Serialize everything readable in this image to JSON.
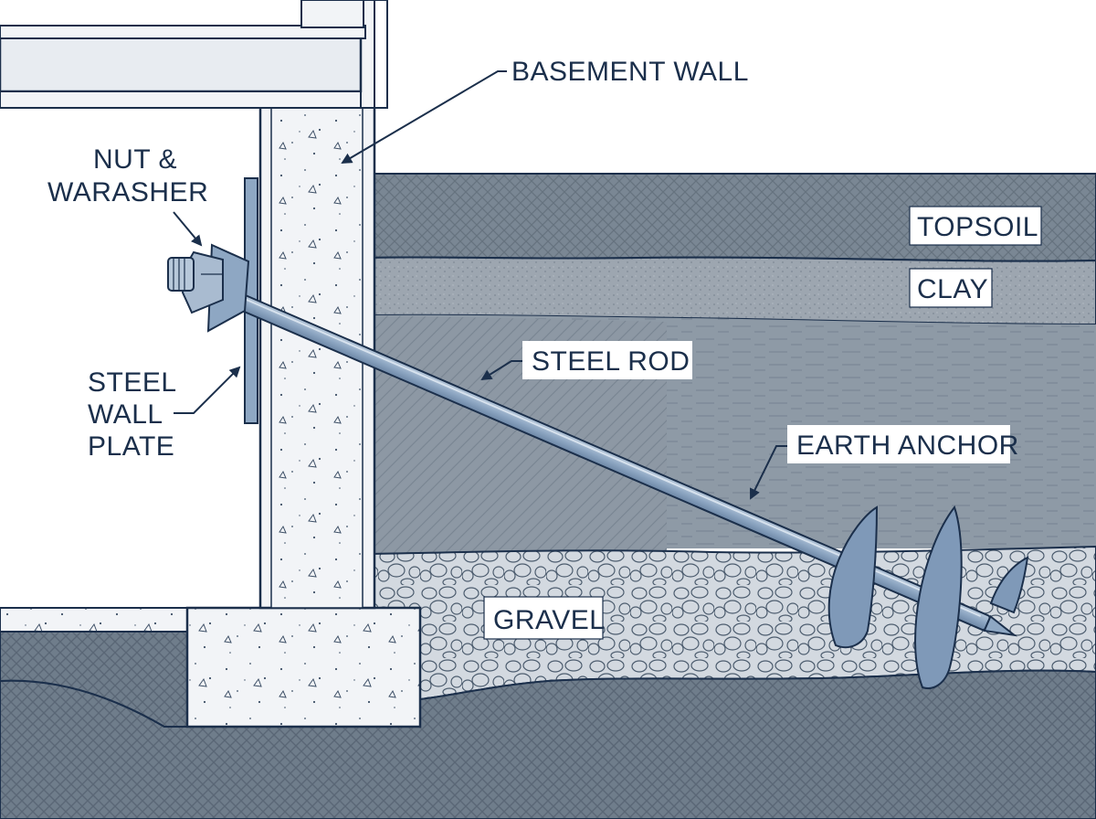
{
  "labels": {
    "basement_wall": "BASEMENT WALL",
    "nut_washer_line1": "NUT &",
    "nut_washer_line2": "WARASHER",
    "steel_wall_plate_line1": "STEEL",
    "steel_wall_plate_line2": "WALL",
    "steel_wall_plate_line3": "PLATE",
    "topsoil": "TOPSOIL",
    "clay": "CLAY",
    "steel_rod": "STEEL ROD",
    "earth_anchor": "EARTH ANCHOR",
    "gravel": "GRAVEL"
  },
  "colors": {
    "line": "#1b2f4b",
    "concrete": "#f2f4f7",
    "soil_dark": "#6f7d8b",
    "topsoil": "#7a8794",
    "clay": "#9da6b0",
    "backfill": "#8d98a4",
    "water_clay": "#8e9aa6",
    "gravel": "#d3d9e0",
    "steel": "#8ea7c3",
    "label_bg": "#ffffff"
  },
  "icons": {
    "leader": "arrow-leader-icon",
    "anchor": "helical-earth-anchor-icon"
  }
}
